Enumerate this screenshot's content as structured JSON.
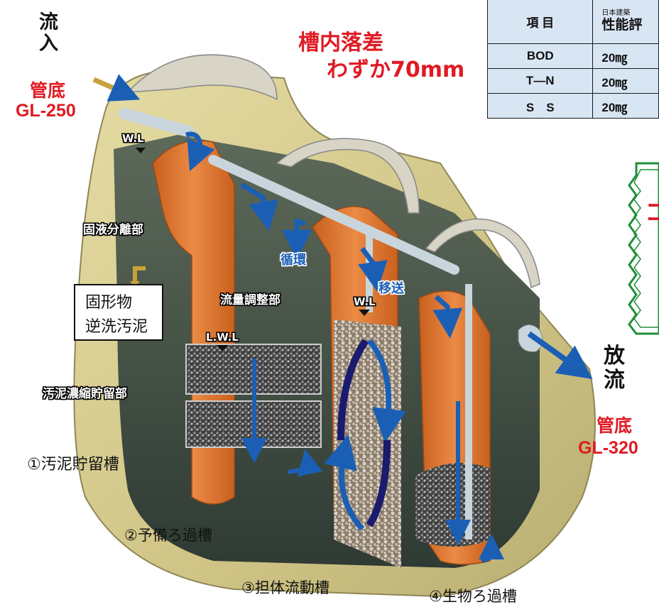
{
  "inflow": {
    "label": "流\n入",
    "pipe_label": "管底",
    "pipe_level": "GL-250"
  },
  "outflow": {
    "label": "放\n流",
    "pipe_label": "管底",
    "pipe_level": "GL-320"
  },
  "headline": {
    "line1": "槽内落差",
    "line2": "わずか70mm"
  },
  "spec_table": {
    "header_item": "項 目",
    "header_col2_small": "日本建築",
    "header_col2": "性能評",
    "rows": [
      {
        "item": "BOD",
        "value": "20㎎"
      },
      {
        "item": "T―N",
        "value": "20㎎"
      },
      {
        "item": "S　S",
        "value": "20㎎"
      }
    ]
  },
  "badge": {
    "char": "コ"
  },
  "water_levels": {
    "wl1": "W.L",
    "wl2": "W.L",
    "lwl": "L.W.L"
  },
  "zones": {
    "solid_sep": "固液分離部",
    "flow_adjust": "流量調整部",
    "sludge_store": "汚泥濃縮貯留部",
    "circulation": "循環",
    "transfer": "移送"
  },
  "solids_box": {
    "line1": "固形物",
    "line2": "逆洗汚泥"
  },
  "tanks": {
    "t1": "①汚泥貯留槽",
    "t2": "②予備ろ過槽",
    "t3": "③担体流動槽",
    "t4": "④生物ろ過槽"
  },
  "colors": {
    "accent_red": "#e01a23",
    "flow_blue": "#1b5fb5",
    "tank_beige": "#d6cc8e",
    "baffle_orange": "#e27a35",
    "table_bg": "#d8e6f4"
  }
}
